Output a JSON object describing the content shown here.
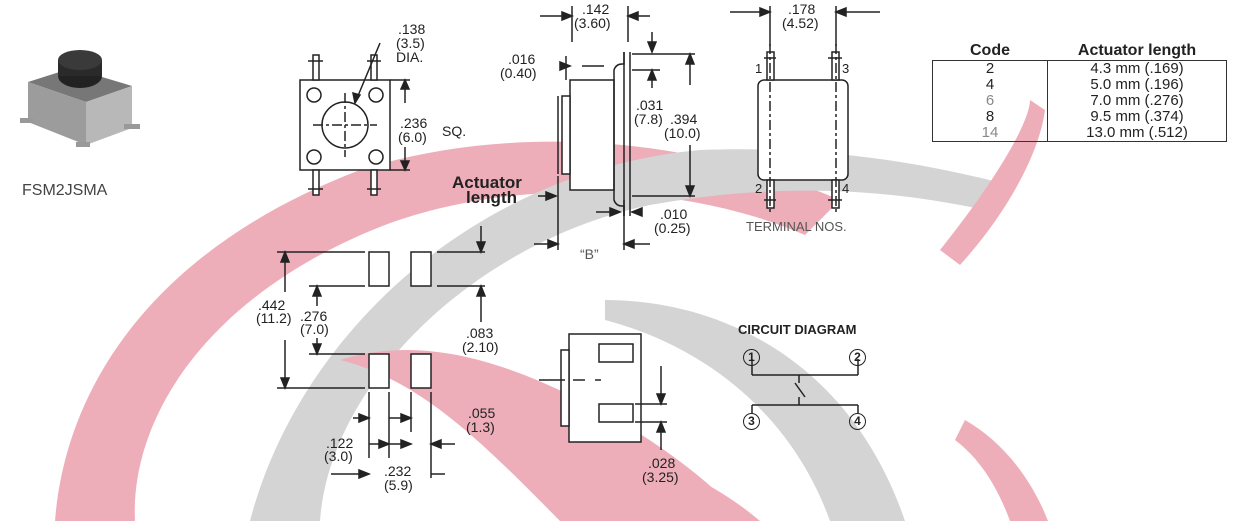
{
  "product_label": "FSM2JSMA",
  "top_view": {
    "dia_in": ".138",
    "dia_mm": "(3.5)",
    "dia_suffix": "DIA.",
    "sq_in": ".236",
    "sq_mm": "(6.0)",
    "sq_suffix": "SQ."
  },
  "side_view": {
    "width_in": ".142",
    "width_mm": "(3.60)",
    "lead_in": ".016",
    "lead_mm": "(0.40)",
    "step_in": ".031",
    "step_mm": "(7.8)",
    "height_in": ".394",
    "height_mm": "(10.0)",
    "pin_in": ".010",
    "pin_mm": "(0.25)",
    "actuator_label_1": "Actuator",
    "actuator_label_2": "length",
    "b_label": "“B”"
  },
  "terminal_view": {
    "width_in": ".178",
    "width_mm": "(4.52)",
    "pins": [
      "1",
      "2",
      "3",
      "4"
    ],
    "caption": "TERMINAL NOS."
  },
  "footprint": {
    "outer_in": ".442",
    "outer_mm": "(11.2)",
    "inner_in": ".276",
    "inner_mm": "(7.0)",
    "pad_gap_in": ".083",
    "pad_gap_mm": "(2.10)",
    "pad_w_in": ".055",
    "pad_w_mm": "(1.3)",
    "pitch_in": ".122",
    "pitch_mm": "(3.0)",
    "span_in": ".232",
    "span_mm": "(5.9)"
  },
  "end_view": {
    "offset_in": ".028",
    "offset_mm": "(3.25)"
  },
  "circuit": {
    "title": "CIRCUIT  DIAGRAM",
    "nodes": [
      "1",
      "2",
      "3",
      "4"
    ]
  },
  "code_table": {
    "headers": [
      "Code",
      "Actuator length"
    ],
    "rows": [
      [
        "2",
        "4.3 mm (.169)"
      ],
      [
        "4",
        "5.0 mm (.196)"
      ],
      [
        "6",
        "7.0 mm (.276)"
      ],
      [
        "8",
        "9.5 mm (.374)"
      ],
      [
        "14",
        "13.0 mm (.512)"
      ]
    ]
  },
  "colors": {
    "line": "#222222",
    "watermark_red": "#d9415a",
    "watermark_grey": "#9a9a9a",
    "switch_top": "#444444"
  }
}
